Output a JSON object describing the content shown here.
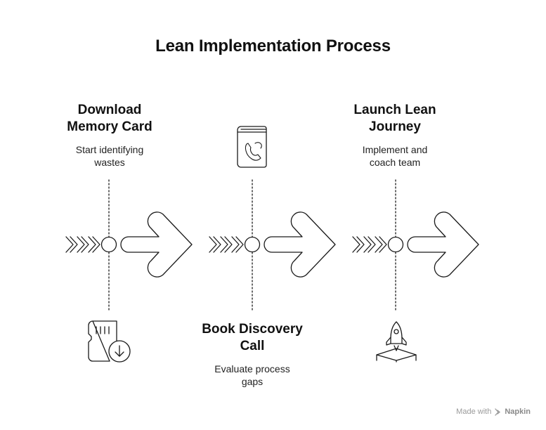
{
  "title": "Lean Implementation Process",
  "steps": [
    {
      "title_line1": "Download",
      "title_line2": "Memory Card",
      "desc_line1": "Start identifying",
      "desc_line2": "wastes",
      "icon": "memory-card-download-icon"
    },
    {
      "title_line1": "Book Discovery",
      "title_line2": "Call",
      "desc_line1": "Evaluate process",
      "desc_line2": "gaps",
      "icon": "phone-book-icon"
    },
    {
      "title_line1": "Launch Lean",
      "title_line2": "Journey",
      "desc_line1": "Implement and",
      "desc_line2": "coach team",
      "icon": "rocket-launch-icon"
    }
  ],
  "watermark": {
    "prefix": "Made with",
    "brand": "Napkin"
  },
  "colors": {
    "stroke": "#1a1a1a",
    "text": "#111111",
    "watermark": "#9a9a9a"
  }
}
